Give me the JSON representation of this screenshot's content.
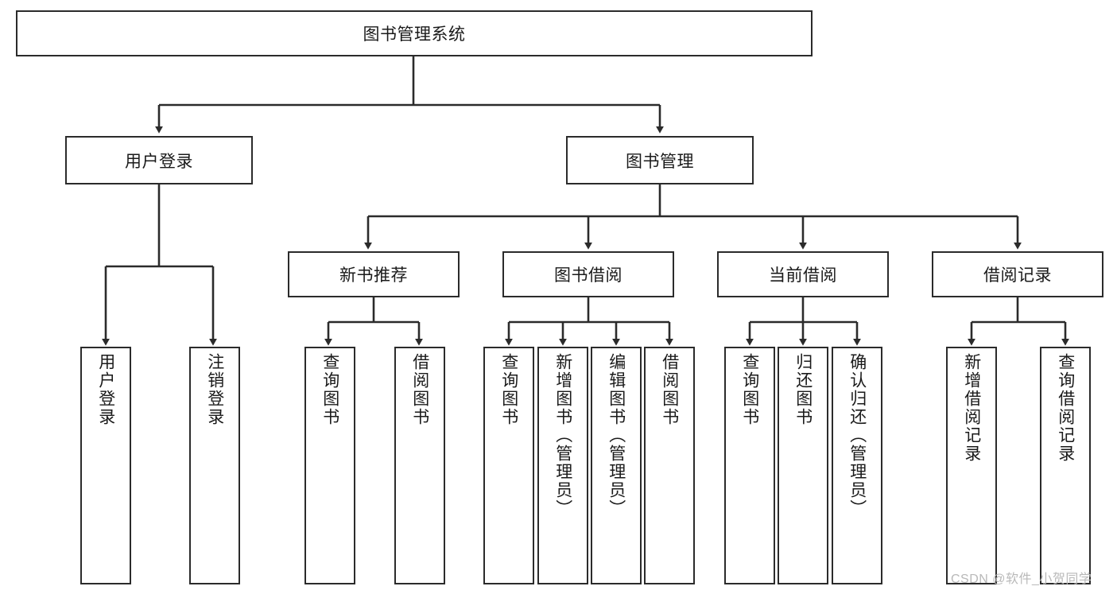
{
  "diagram": {
    "title": "图书管理系统",
    "type": "hierarchical-tree",
    "watermark": "CSDN @软件_小贺同学",
    "colors": {
      "stroke": "#2b2b2b",
      "box_fill": "#ffffff",
      "text": "#1a1a1a",
      "watermark": "#b9b9b9",
      "background": "#ffffff"
    },
    "levels": {
      "root": {
        "label": "图书管理系统",
        "orientation": "horizontal"
      },
      "level2": [
        {
          "label": "用户登录",
          "orientation": "horizontal"
        },
        {
          "label": "图书管理",
          "orientation": "horizontal"
        }
      ],
      "level3": [
        {
          "label": "新书推荐",
          "orientation": "horizontal"
        },
        {
          "label": "图书借阅",
          "orientation": "horizontal"
        },
        {
          "label": "当前借阅",
          "orientation": "horizontal"
        },
        {
          "label": "借阅记录",
          "orientation": "horizontal"
        }
      ],
      "leaves": {
        "user_login": [
          {
            "label": "用户登录",
            "orientation": "vertical"
          },
          {
            "label": "注销登录",
            "orientation": "vertical"
          }
        ],
        "new_book_recommend": [
          {
            "label": "查询图书",
            "orientation": "vertical"
          },
          {
            "label": "借阅图书",
            "orientation": "vertical"
          }
        ],
        "book_borrow": [
          {
            "label": "查询图书",
            "orientation": "vertical"
          },
          {
            "label": "新增图书（管理员）",
            "orientation": "vertical"
          },
          {
            "label": "编辑图书（管理员）",
            "orientation": "vertical"
          },
          {
            "label": "借阅图书",
            "orientation": "vertical"
          }
        ],
        "current_borrow": [
          {
            "label": "查询图书",
            "orientation": "vertical"
          },
          {
            "label": "归还图书",
            "orientation": "vertical"
          },
          {
            "label": "确认归还（管理员）",
            "orientation": "vertical"
          }
        ],
        "borrow_record": [
          {
            "label": "新增借阅记录",
            "orientation": "vertical"
          },
          {
            "label": "查询借阅记录",
            "orientation": "vertical"
          }
        ]
      }
    }
  }
}
